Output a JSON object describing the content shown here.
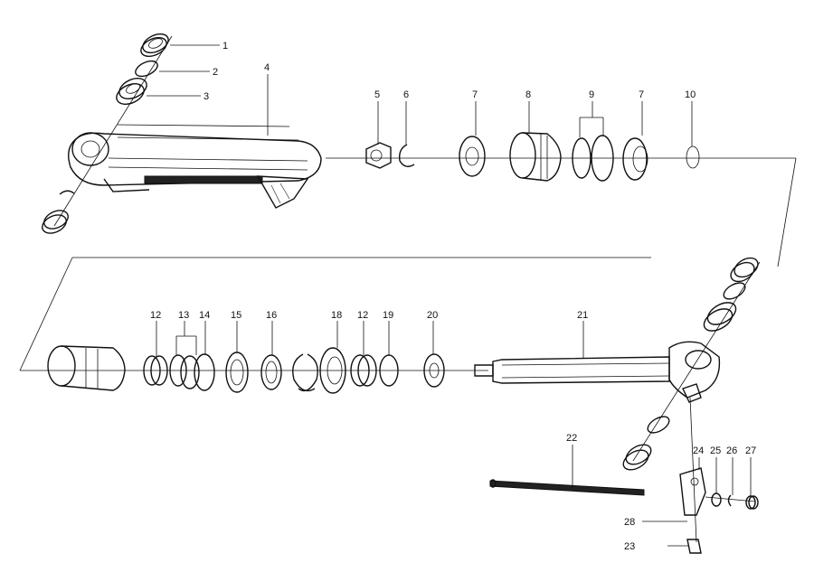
{
  "diagram": {
    "labels": {
      "l1": "1",
      "l2": "2",
      "l3": "3",
      "l4": "4",
      "l5": "5",
      "l6": "6",
      "l7a": "7",
      "l8": "8",
      "l9": "9",
      "l7b": "7",
      "l10": "10",
      "l12a": "12",
      "l13": "13",
      "l14": "14",
      "l15": "15",
      "l16": "16",
      "l18": "18",
      "l12b": "12",
      "l19": "19",
      "l20": "20",
      "l21": "21",
      "l22": "22",
      "l24": "24",
      "l25": "25",
      "l26": "26",
      "l27": "27",
      "l28": "28",
      "l23": "23"
    }
  }
}
